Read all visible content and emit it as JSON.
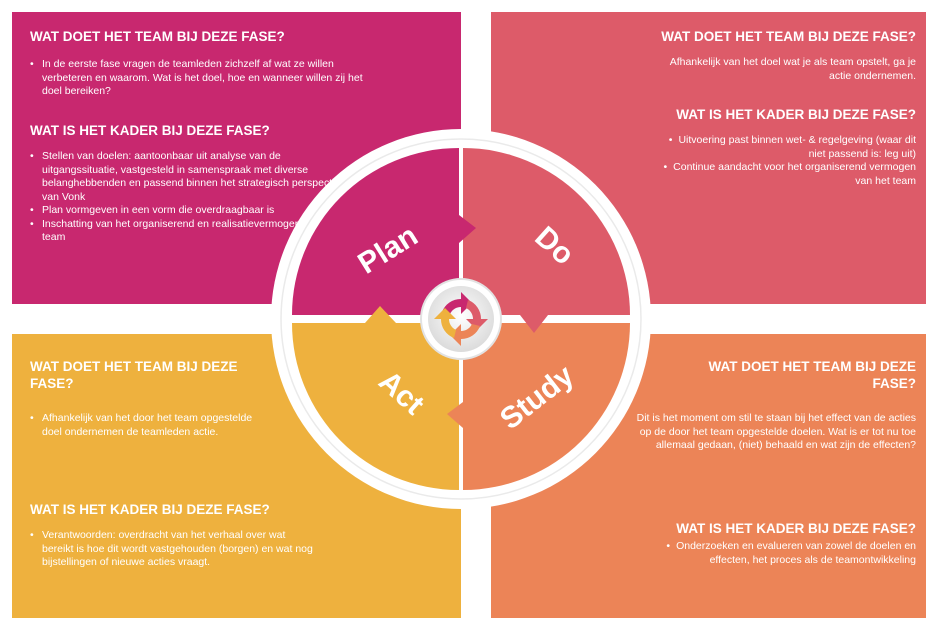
{
  "plan": {
    "heading1": "WAT DOET HET TEAM BIJ DEZE FASE?",
    "items1": [
      "In de eerste fase vragen de teamleden zichzelf af wat ze willen verbeteren en waarom. Wat is het doel, hoe en wanneer willen zij het doel bereiken?"
    ],
    "heading2": "WAT IS HET KADER BIJ DEZE FASE?",
    "items2": [
      "Stellen van doelen: aantoonbaar uit analyse van de uitgangssituatie, vastgesteld in samenspraak met diverse belanghebbenden en passend binnen het strategisch perspectief van Vonk",
      "Plan vormgeven in een vorm die overdraagbaar is",
      "Inschatting van het organiserend en realisatievermogen van het team"
    ],
    "label": "Plan",
    "color": "#c8286f"
  },
  "do": {
    "heading1": "WAT DOET HET TEAM BIJ DEZE FASE?",
    "paragraph": "Afhankelijk van het doel wat je als team opstelt, ga je actie ondernemen.",
    "heading2": "WAT IS HET KADER BIJ DEZE FASE?",
    "items2": [
      "Uitvoering past binnen wet- & regelgeving (waar dit niet passend is: leg uit)",
      "Continue aandacht voor het organiserend vermogen van het team"
    ],
    "label": "Do",
    "color": "#dd5b69"
  },
  "act": {
    "heading1": "WAT DOET HET TEAM BIJ DEZE FASE?",
    "items1": [
      "Afhankelijk van het door het team opgestelde doel ondernemen de teamleden actie."
    ],
    "heading2": "WAT IS HET KADER BIJ DEZE FASE?",
    "items2": [
      "Verantwoorden: overdracht van het verhaal over wat bereikt is hoe dit wordt vastgehouden (borgen) en wat nog bijstellingen of nieuwe acties vraagt."
    ],
    "label": "Act",
    "color": "#eeb13e"
  },
  "study": {
    "heading1": "WAT DOET HET TEAM BIJ DEZE FASE?",
    "paragraph": "Dit is het moment om stil te staan bij het effect van de acties op de door het team opgestelde doelen. Wat is er tot nu toe allemaal gedaan, (niet) behaald en wat zijn de effecten?",
    "heading2": "WAT IS HET KADER BIJ DEZE FASE?",
    "items2": [
      "Onderzoeken en evalueren van zowel de doelen en effecten, het proces als de teamontwikkeling"
    ],
    "label": "Study",
    "color": "#ec8457"
  }
}
